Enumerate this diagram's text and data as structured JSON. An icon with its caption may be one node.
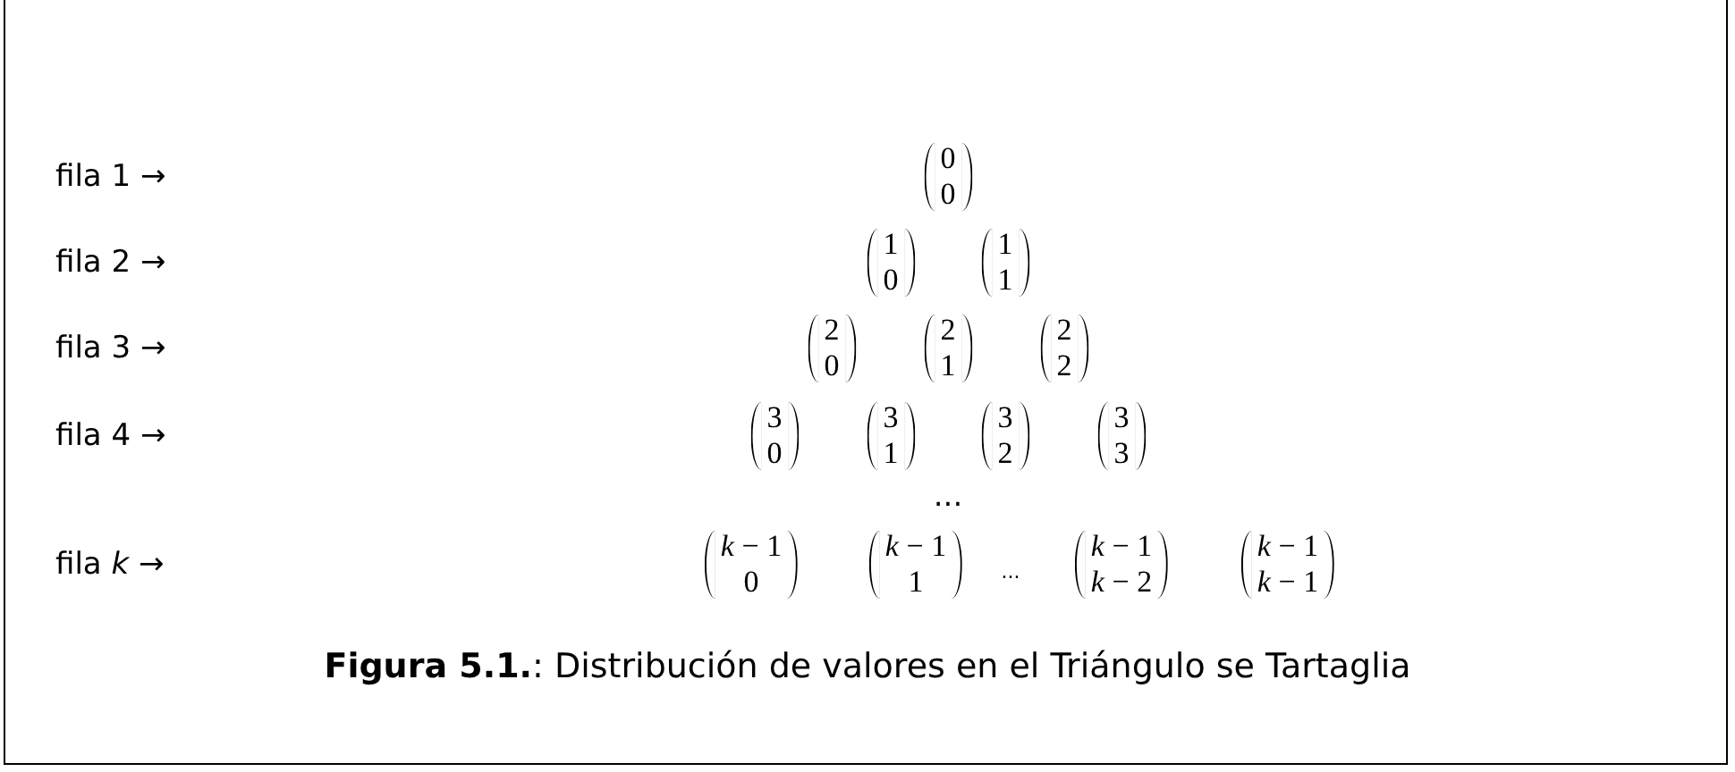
{
  "diagram": {
    "caption": "**Figura 5.1.**: Distribución de valores en el Triángulo se Tartaglia",
    "labels": [
      "fila 1 →",
      "0",
      "0",
      "fila 2 →",
      "1",
      "0",
      "1",
      "1",
      "fila 3 →",
      "2",
      "0",
      "2",
      "1",
      "2",
      "2",
      "fila 4 →",
      "3",
      "0",
      "3",
      "1",
      "3",
      "2",
      "3",
      "3",
      "...",
      "fila *k* →",
      "*k* − 1",
      "0",
      "*k* − 1",
      "1",
      "...",
      "*k* − 1",
      "*k* − 2",
      "*k* − 1",
      "*k* − 1"
    ]
  }
}
